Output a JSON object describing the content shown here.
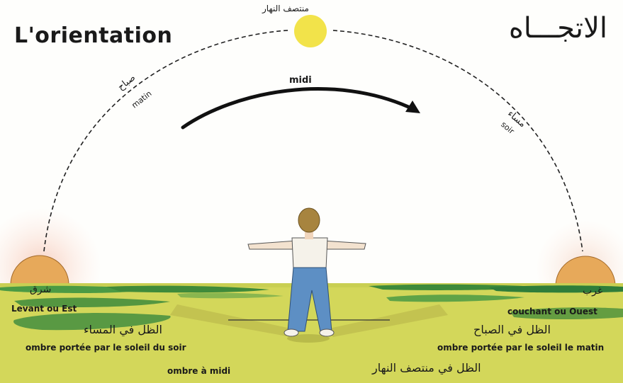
{
  "title_fr": "L'orientation",
  "title_ar": "الاتجـــاه",
  "labels": {
    "noon_ar": "منتصف النهار",
    "noon_fr": "midi",
    "morning_ar": "صباح",
    "morning_fr": "matin",
    "evening_ar": "مساء",
    "evening_fr": "soir",
    "east_ar": "شرق",
    "east_fr": "Levant ou Est",
    "west_ar": "غرب",
    "west_fr": "couchant ou Ouest",
    "shadow_evening_ar": "الظل في المساء",
    "shadow_evening_fr": "ombre portée par le soleil du soir",
    "shadow_morning_ar": "الظل في الصباح",
    "shadow_morning_fr": "ombre portée par le soleil le matin",
    "shadow_noon_fr": "ombre à midi",
    "shadow_noon_ar": "الظل في منتصف النهار"
  },
  "colors": {
    "sun_noon": "#f2e34a",
    "sun_horizon": "#e7a95a",
    "ground": "#d3d75a",
    "grass": "#3f8a3a",
    "shirt": "#f5f2ea",
    "jeans": "#5d8fc4",
    "hair": "#9b7a3f"
  }
}
